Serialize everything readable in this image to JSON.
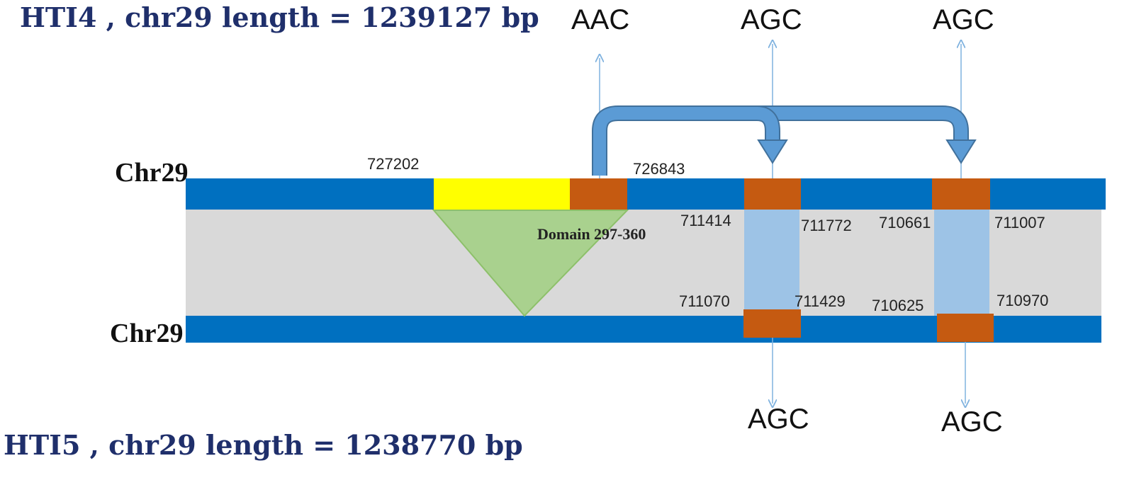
{
  "titles": {
    "top": "HTI4 , chr29 length = 1239127 bp",
    "bottom": "HTI5 , chr29 length = 1238770 bp"
  },
  "chromosomes": {
    "top_label": "Chr29",
    "bottom_label": "Chr29"
  },
  "codons": {
    "top_1": "AAC",
    "top_2": "AGC",
    "top_3": "AGC",
    "bottom_1": "AGC",
    "bottom_2": "AGC"
  },
  "positions": {
    "p727202": "727202",
    "p726843": "726843",
    "p711414": "711414",
    "p711772": "711772",
    "p710661": "710661",
    "p711007": "711007",
    "p711070": "711070",
    "p711429": "711429",
    "p710625": "710625",
    "p710970": "710970"
  },
  "domain_label": "Domain 297-360",
  "colors": {
    "chromosome_bar": "#0070c0",
    "gap_fill": "#d9d9d9",
    "domain_yellow": "#ffff00",
    "segment_orange": "#c55a11",
    "link_blue": "#9dc3e6",
    "triangle_green": "#a9d18e",
    "curved_arrow": "#5b9bd5",
    "title_text": "#1f2f6b"
  }
}
